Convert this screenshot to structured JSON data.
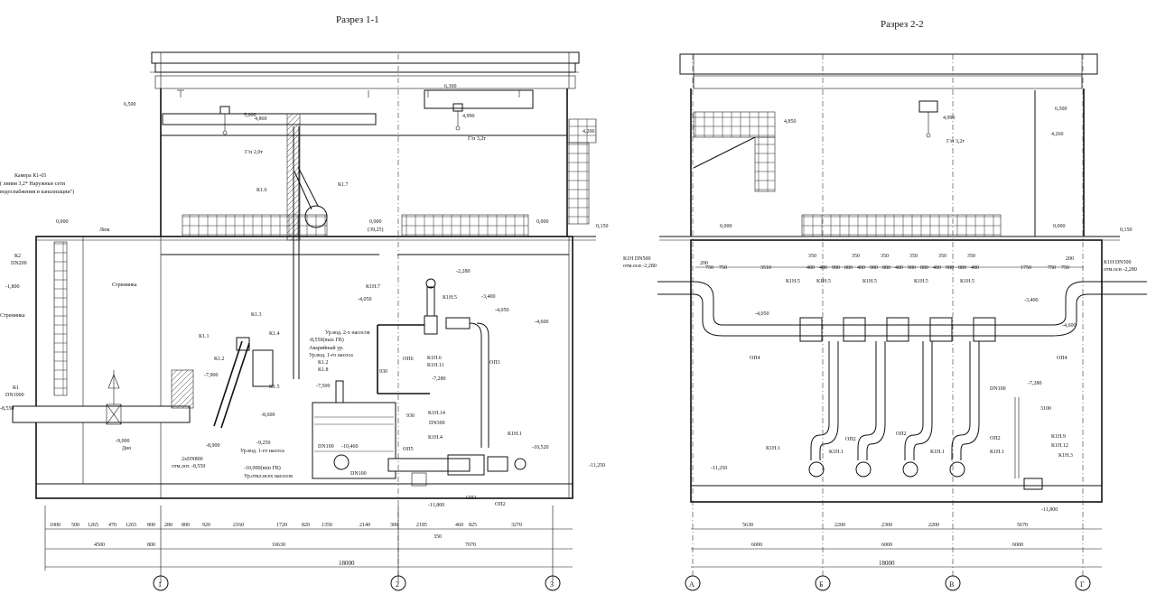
{
  "section_1": {
    "title": "Разрез 1-1",
    "levels": [
      "6,500",
      "5,000",
      "4,860",
      "6,300",
      "4,990",
      "4,200",
      "0,000",
      "0,000",
      "0,000",
      "(39,25)",
      "0,150",
      "-1,800",
      "-4,050",
      "-4,050",
      "-2,280",
      "-3,400",
      "-4,600",
      "-7,900",
      "-7,500",
      "-7,280",
      "-8,550",
      "-8,600",
      "-8,900",
      "-9,000",
      "-9,250",
      "-10,460",
      "-10,520",
      "-11,250",
      "-11,800"
    ],
    "labels": {
      "hoist_1": "Г/п 2,0т",
      "hoist_2": "Г/п 3,2т",
      "camera": "Камера К1-65",
      "camera_note_1": "( линия 3,2* Наружные сети",
      "camera_note_2": "водоснабжения и канализации\")",
      "hatch": "Люк",
      "k2": "К2",
      "k2_dn": "DN200",
      "k1": "К1",
      "k1_dn": "DN1000",
      "ladder_1": "Стремянка",
      "ladder_2": "Стремянка",
      "bottom": "Дно",
      "pipes_2x": "2xDN800",
      "pipes_2x_level": "отм.лот. -8,550",
      "water_level_1": "Ур.вод. 2-х насосов",
      "water_level_2": "-8,550(max ГВ)",
      "water_level_3": "Аварийный ур.",
      "water_level_4": "Ур.вод. 1-го насоса",
      "water_level_5": "Ур.вод. 1-го насоса",
      "water_level_6": "-10,000(min ГВ)",
      "water_level_7": "Ур.откл.всех насосов",
      "dn100_1": "DN100",
      "dn100_2": "DN100",
      "dn300": "DN300"
    },
    "tags": [
      "К1.7",
      "К1.6",
      "К1.3",
      "К1.1",
      "К1.2",
      "К1.4",
      "К1.5",
      "К1.8",
      "К1.2",
      "К1Н.7",
      "К1Н.5",
      "К1Н.6",
      "К1Н.11",
      "К1Н.14",
      "К1Н.4",
      "К1Н.1",
      "ОП3",
      "ОП5",
      "ОП6",
      "ОП1",
      "ОП2",
      "930",
      "930"
    ],
    "dimensions_top": [
      "1000",
      "500",
      "1265",
      "470",
      "1265",
      "800",
      "280",
      "800",
      "920",
      "2160",
      "1720",
      "820",
      "1350",
      "2140",
      "300",
      "2185",
      "460",
      "825",
      "3270"
    ],
    "dimensions_bottom": [
      "4500",
      "800",
      "10630",
      "7070"
    ],
    "dimension_extra": "350",
    "total": "18000",
    "axes": [
      "1",
      "2",
      "3"
    ]
  },
  "section_2": {
    "title": "Разрез 2-2",
    "levels": [
      "6,500",
      "4,850",
      "4,990",
      "4,260",
      "0,000",
      "0,000",
      "0,150",
      "-2,280",
      "-2,280",
      "-3,400",
      "-4,050",
      "-4,600",
      "-7,280",
      "-11,250",
      "-11,800"
    ],
    "labels": {
      "hoist": "Г/п 3,2т",
      "k1n_left": "К1Н DN500",
      "k1n_left_level": "отм.оси -2,280",
      "k1n_right": "К1Н DN500",
      "k1n_right_level": "отм.оси -2,280",
      "dn100": "DN100"
    },
    "tags": [
      "К1Н.5",
      "К1Н.5",
      "К1Н.5",
      "К1Н.5",
      "К1Н.5",
      "ОП4",
      "ОП4",
      "ОП2",
      "ОП2",
      "ОП2",
      "К1Н.1",
      "К1Н.1",
      "К1Н.1",
      "К1Н.1",
      "К1Н.9",
      "К1Н.12",
      "К1Н.3"
    ],
    "dims_pipes": [
      "200",
      "750",
      "750",
      "3510",
      "350",
      "480",
      "480",
      "980",
      "880",
      "480",
      "980",
      "880",
      "480",
      "350",
      "980",
      "880",
      "480",
      "980",
      "880",
      "480",
      "1750",
      "750",
      "750",
      "200",
      "350",
      "350",
      "350",
      "350"
    ],
    "dim_3100": "3100",
    "dimensions_top": [
      "5630",
      "2200",
      "2300",
      "2200",
      "5670"
    ],
    "dimensions_bottom": [
      "6000",
      "6000",
      "6000"
    ],
    "total": "18000",
    "axes": [
      "А",
      "Б",
      "В",
      "Г"
    ]
  }
}
